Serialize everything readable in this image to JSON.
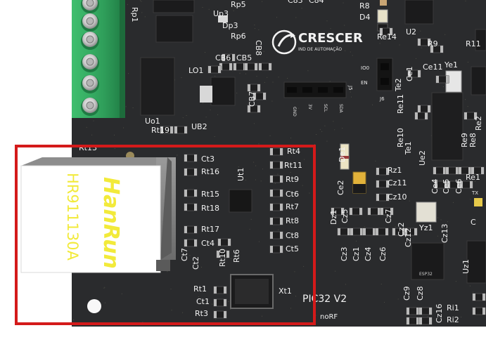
{
  "board": {
    "brand_name": "CRESCER",
    "brand_tagline": "IND DE AUTOMAÇÃO",
    "board_title": "PIC32 V2",
    "board_note": "noRF",
    "colors": {
      "pcb": "#2a2b2d",
      "silkscreen": "#f2f2f2",
      "terminal_block": "#2f9e5a",
      "highlight_box": "#d41a1a"
    }
  },
  "jack": {
    "brand": "HanRun",
    "part_number": "HR911130A"
  },
  "chip": {
    "module_label": "ESP32"
  },
  "header_j5": {
    "ref": "J5",
    "pins": [
      "GND",
      "3V",
      "SCL",
      "SDA"
    ]
  },
  "header_j6": {
    "ref": "J6",
    "pins": [
      "IO0",
      "EN"
    ]
  },
  "leds": {
    "tx": "TX"
  },
  "refdes": [
    "Rp5",
    "Rp6",
    "Up3",
    "Dp3",
    "Rp1",
    "C83",
    "C84",
    "R8",
    "D4",
    "Re14",
    "U2",
    "R9",
    "R11",
    "LO1",
    "CB6",
    "CB5",
    "CB8",
    "Uo1",
    "CB7",
    "UB2",
    "Rt19",
    "Rt13",
    "Ce11",
    "Ye1",
    "Ce1",
    "Te2",
    "Re11",
    "Re10",
    "Te1",
    "Ue2",
    "Re2",
    "Re9",
    "Re8",
    "Re1",
    "Ce4",
    "Ce5",
    "Ce6",
    "Ct3",
    "Rt16",
    "Ut1",
    "Rt15",
    "Rt18",
    "Rt17",
    "Ct4",
    "Ct7",
    "Rt10",
    "Rt6",
    "Ct2",
    "Rt1",
    "Ct1",
    "Rt3",
    "Xt1",
    "Rt4",
    "Rt11",
    "Rt9",
    "Ct6",
    "Rt7",
    "Rt8",
    "Ct8",
    "Ct5",
    "De1",
    "Rz1",
    "Cz11",
    "Cz10",
    "Ce2",
    "Dz1",
    "Cz5",
    "Cz7",
    "Yz1",
    "Cz13",
    "Cz2",
    "Cz12",
    "Cz3",
    "Cz1",
    "Cz4",
    "Cz6",
    "Uz1",
    "Cz9",
    "Cz8",
    "Cz16",
    "Ri1",
    "Ri2",
    "C"
  ]
}
